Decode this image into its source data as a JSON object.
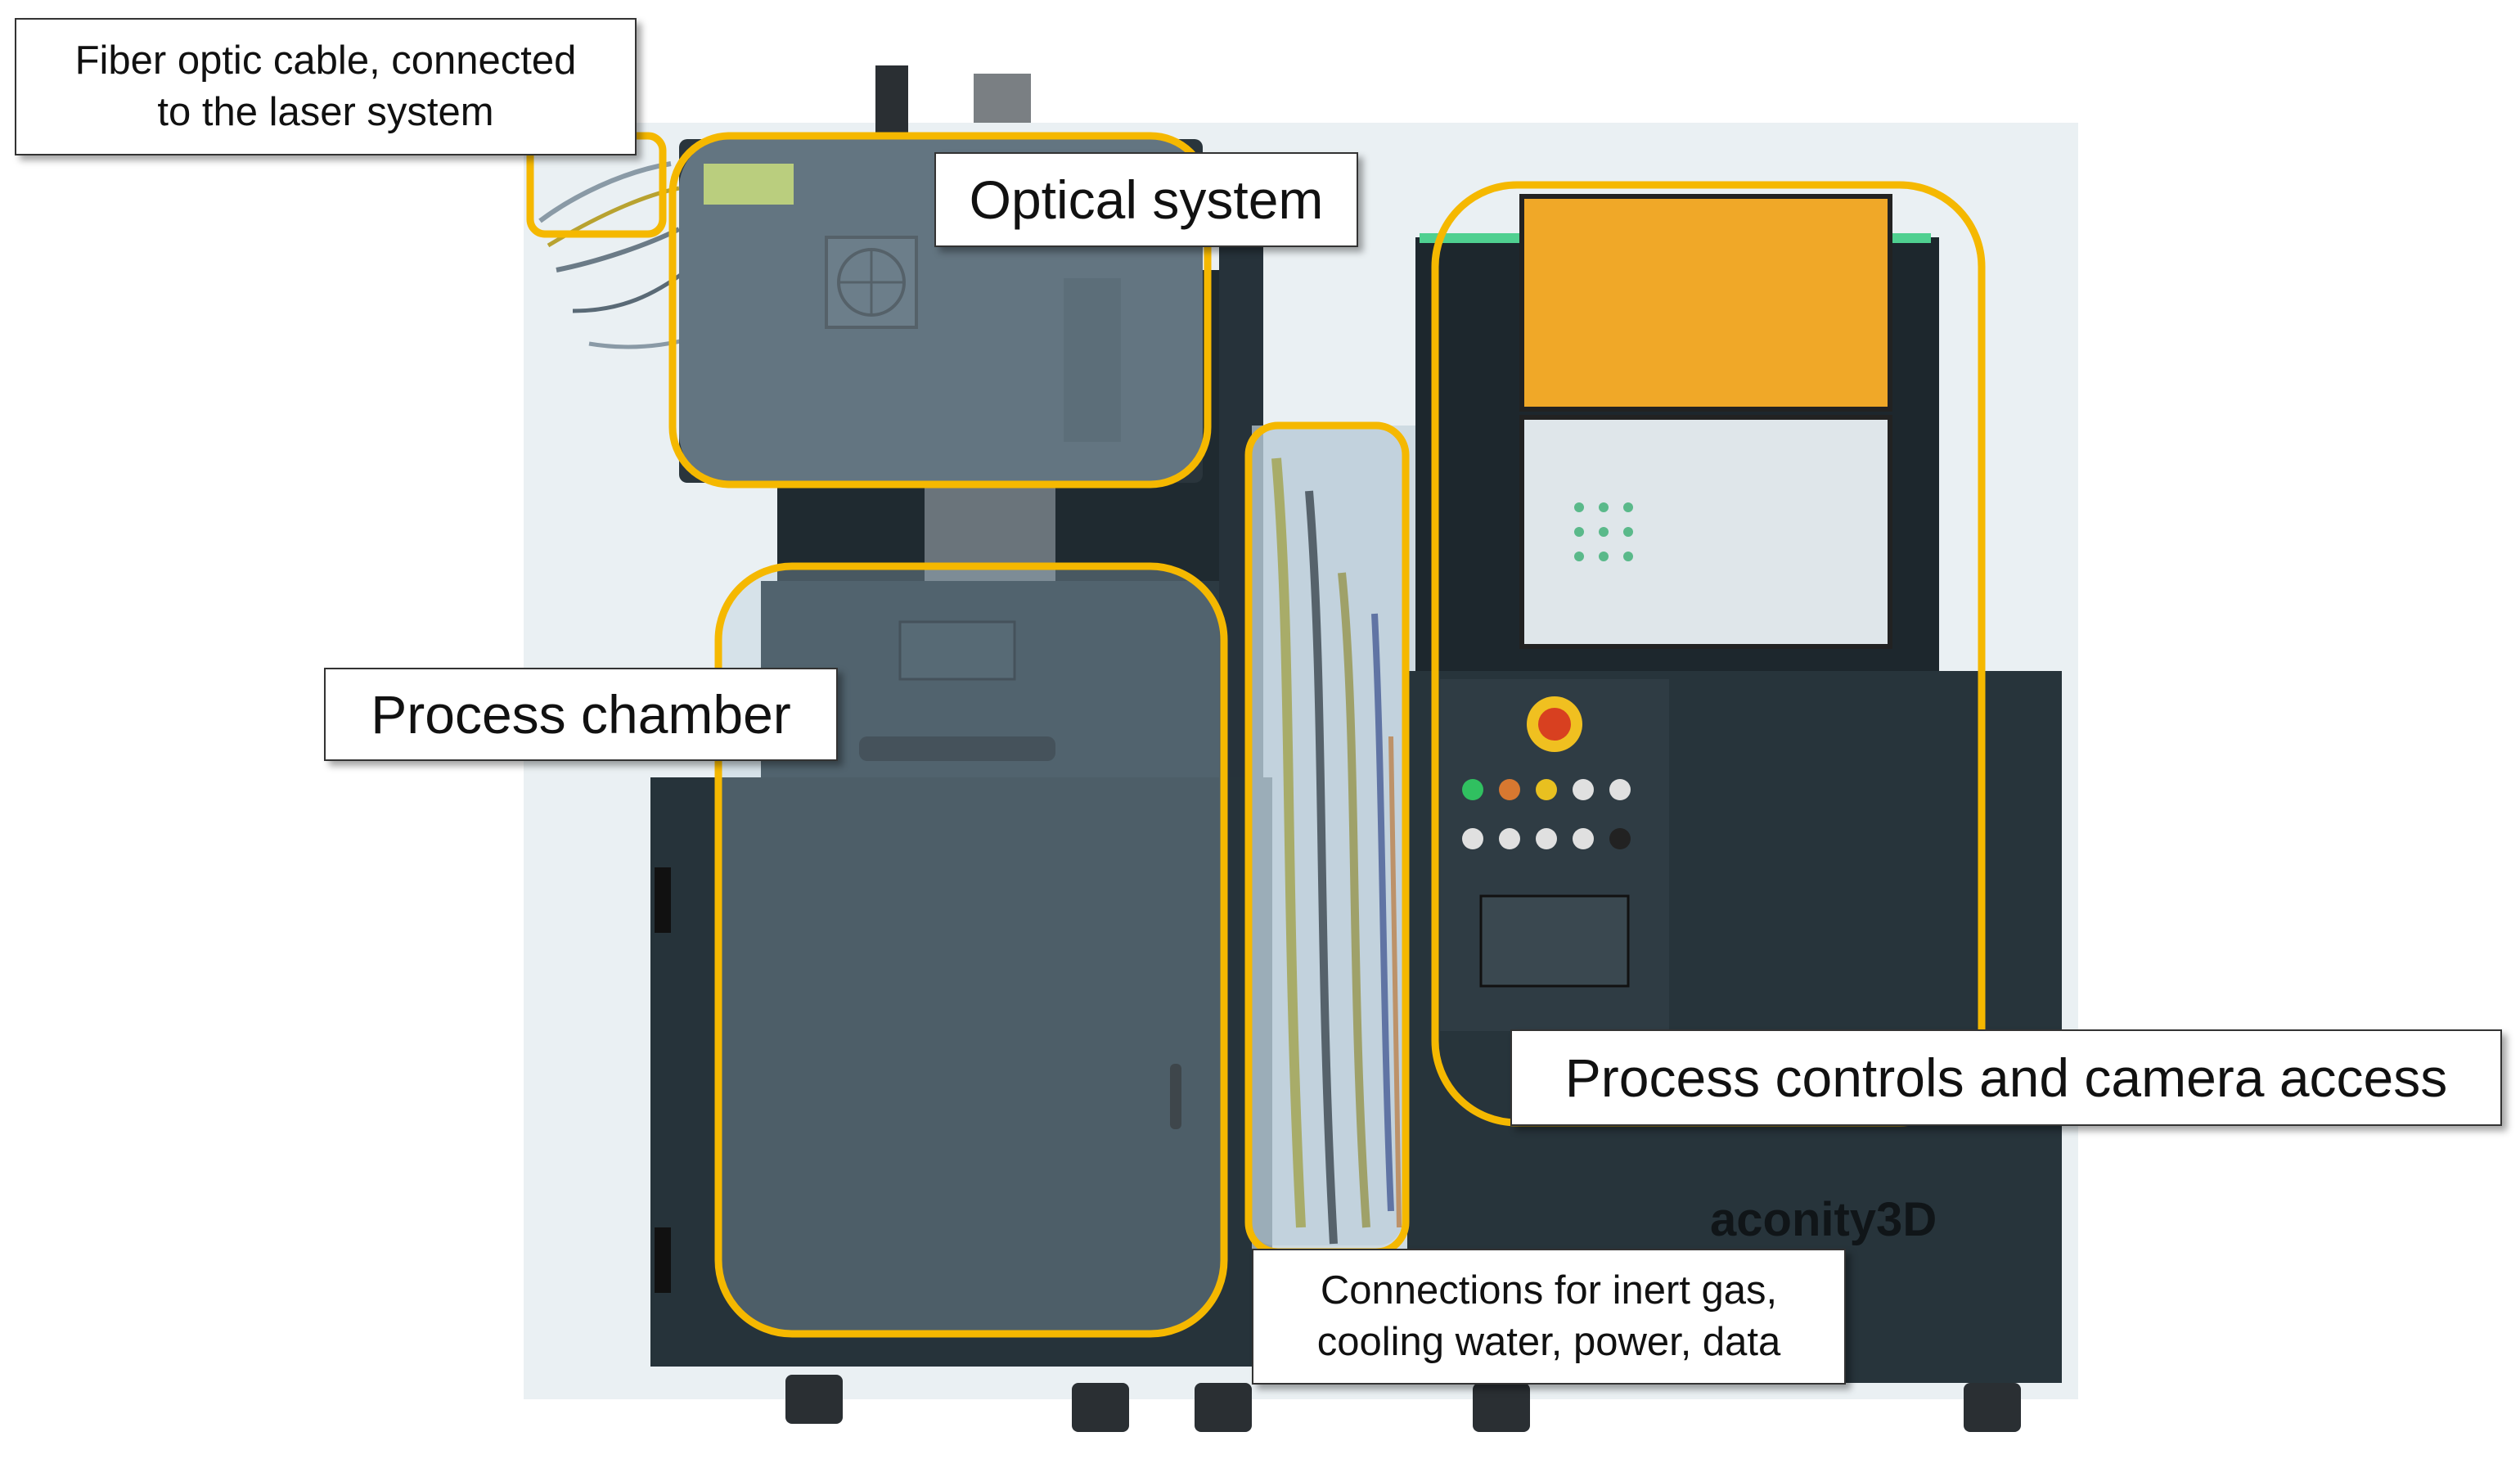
{
  "labels": {
    "fiber_line1": "Fiber optic cable, connected",
    "fiber_line2": "to the laser system",
    "optical_system": "Optical system",
    "process_chamber": "Process chamber",
    "process_controls": "Process controls and camera access",
    "connections_line1": "Connections for inert gas,",
    "connections_line2": "cooling water, power, data"
  },
  "machine_logos": {
    "brand_large": "aconity3D"
  },
  "colors": {
    "highlight_outline": "#F5B800",
    "machine_body": "#2b3a42",
    "overlay_tint": "#a8c4d4",
    "label_border": "#333333"
  }
}
